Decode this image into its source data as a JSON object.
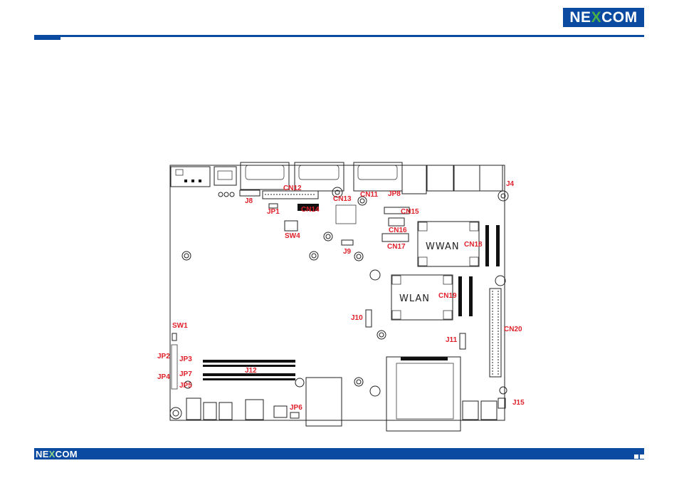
{
  "brand": {
    "name_pre": "NE",
    "name_x": "X",
    "name_post": "COM",
    "primary_color": "#0a4aa0",
    "accent_color": "#49b048"
  },
  "board": {
    "label_color": "#e0202a",
    "connectors": {
      "cn12": "CN12",
      "cn11": "CN11",
      "cn13": "CN13",
      "cn14": "CN14",
      "cn15": "CN15",
      "cn16": "CN16",
      "cn17": "CN17",
      "cn18": "CN18",
      "cn19": "CN19",
      "cn20": "CN20",
      "j4": "J4",
      "j8": "J8",
      "j9": "J9",
      "j10": "J10",
      "j11": "J11",
      "j12": "J12",
      "j15": "J15",
      "jp1": "JP1",
      "jp2": "JP2",
      "jp3": "JP3",
      "jp4": "JP4",
      "jp5": "JP5",
      "jp6": "JP6",
      "jp7": "JP7",
      "jp8": "JP8",
      "sw1": "SW1",
      "sw4": "SW4"
    },
    "modules": {
      "wwan": "WWAN",
      "wlan": "WLAN"
    }
  }
}
